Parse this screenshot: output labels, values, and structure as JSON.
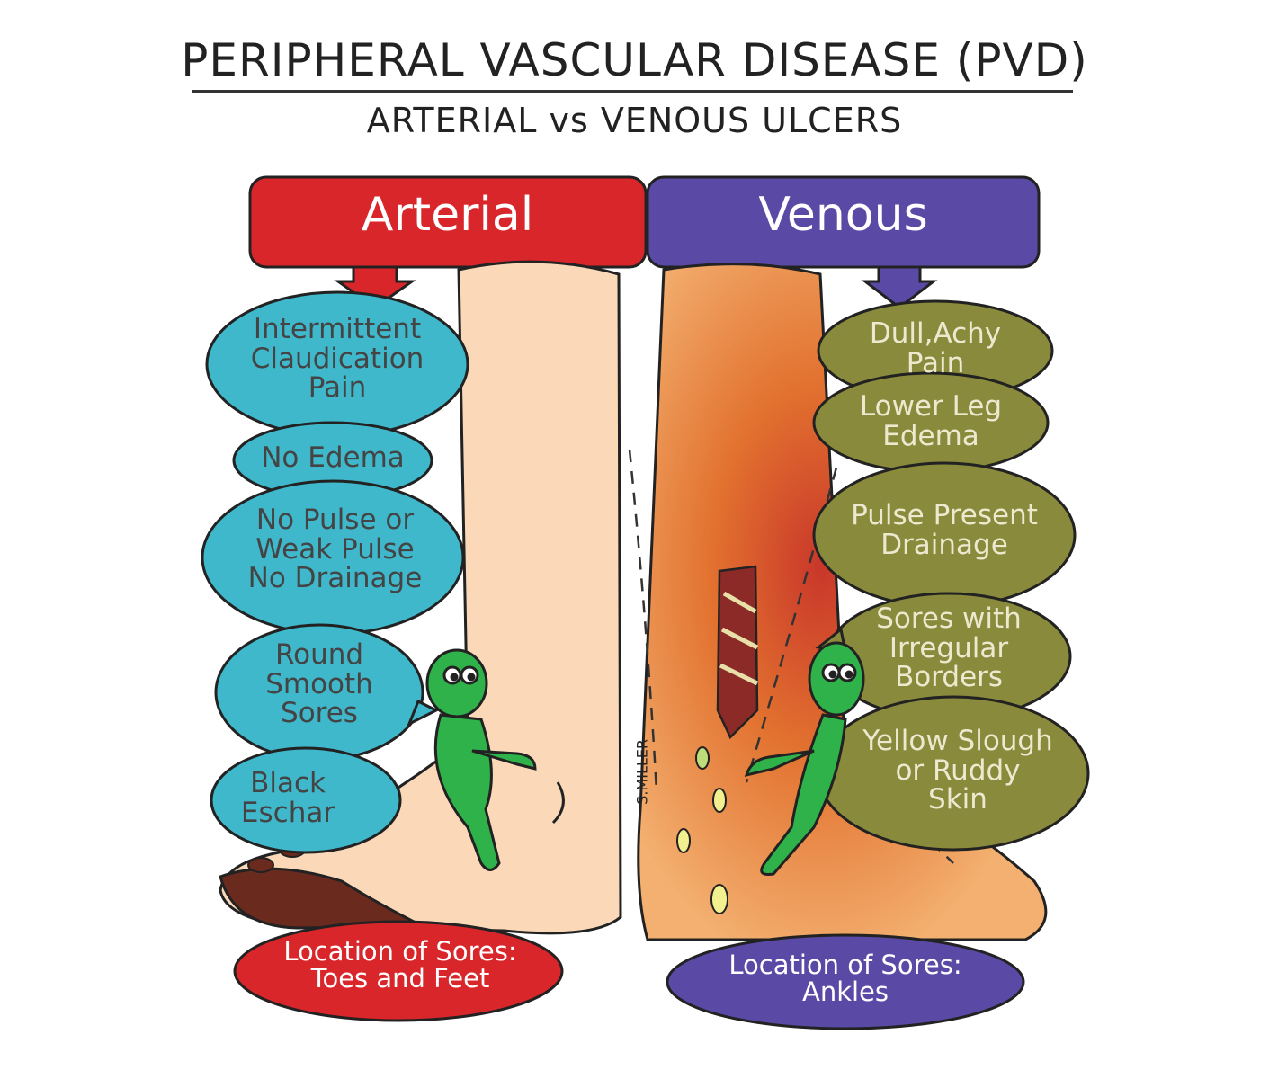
{
  "title": "PERIPHERAL VASCULAR DISEASE (PVD)",
  "subtitle": "ARTERIAL vs VENOUS ULCERS",
  "arterial": {
    "header": "Arterial",
    "items": [
      "Intermittent\nClaudication\nPain",
      "No Edema",
      "No Pulse or\nWeak Pulse\nNo Drainage",
      "Round\nSmooth\nSores",
      "Black\nEschar"
    ],
    "location": "Location of Sores:\nToes and Feet"
  },
  "venous": {
    "header": "Venous",
    "items": [
      "Dull,Achy\nPain",
      "Lower Leg\nEdema",
      "Pulse Present\nDrainage",
      "Sores with\nIrregular\nBorders",
      "Yellow Slough\nor Ruddy\nSkin"
    ],
    "location": "Location of Sores:\nAnkles"
  },
  "signature": "S.MILLER",
  "colors": {
    "arterial": "#d9262b",
    "venous": "#5a4aa6",
    "arterial_bubble": "#3fb8cc",
    "venous_bubble": "#8a8a3c",
    "skin_light": "#fbd9b8",
    "skin_venous": "#f1a35c",
    "character": "#2fb24a"
  }
}
